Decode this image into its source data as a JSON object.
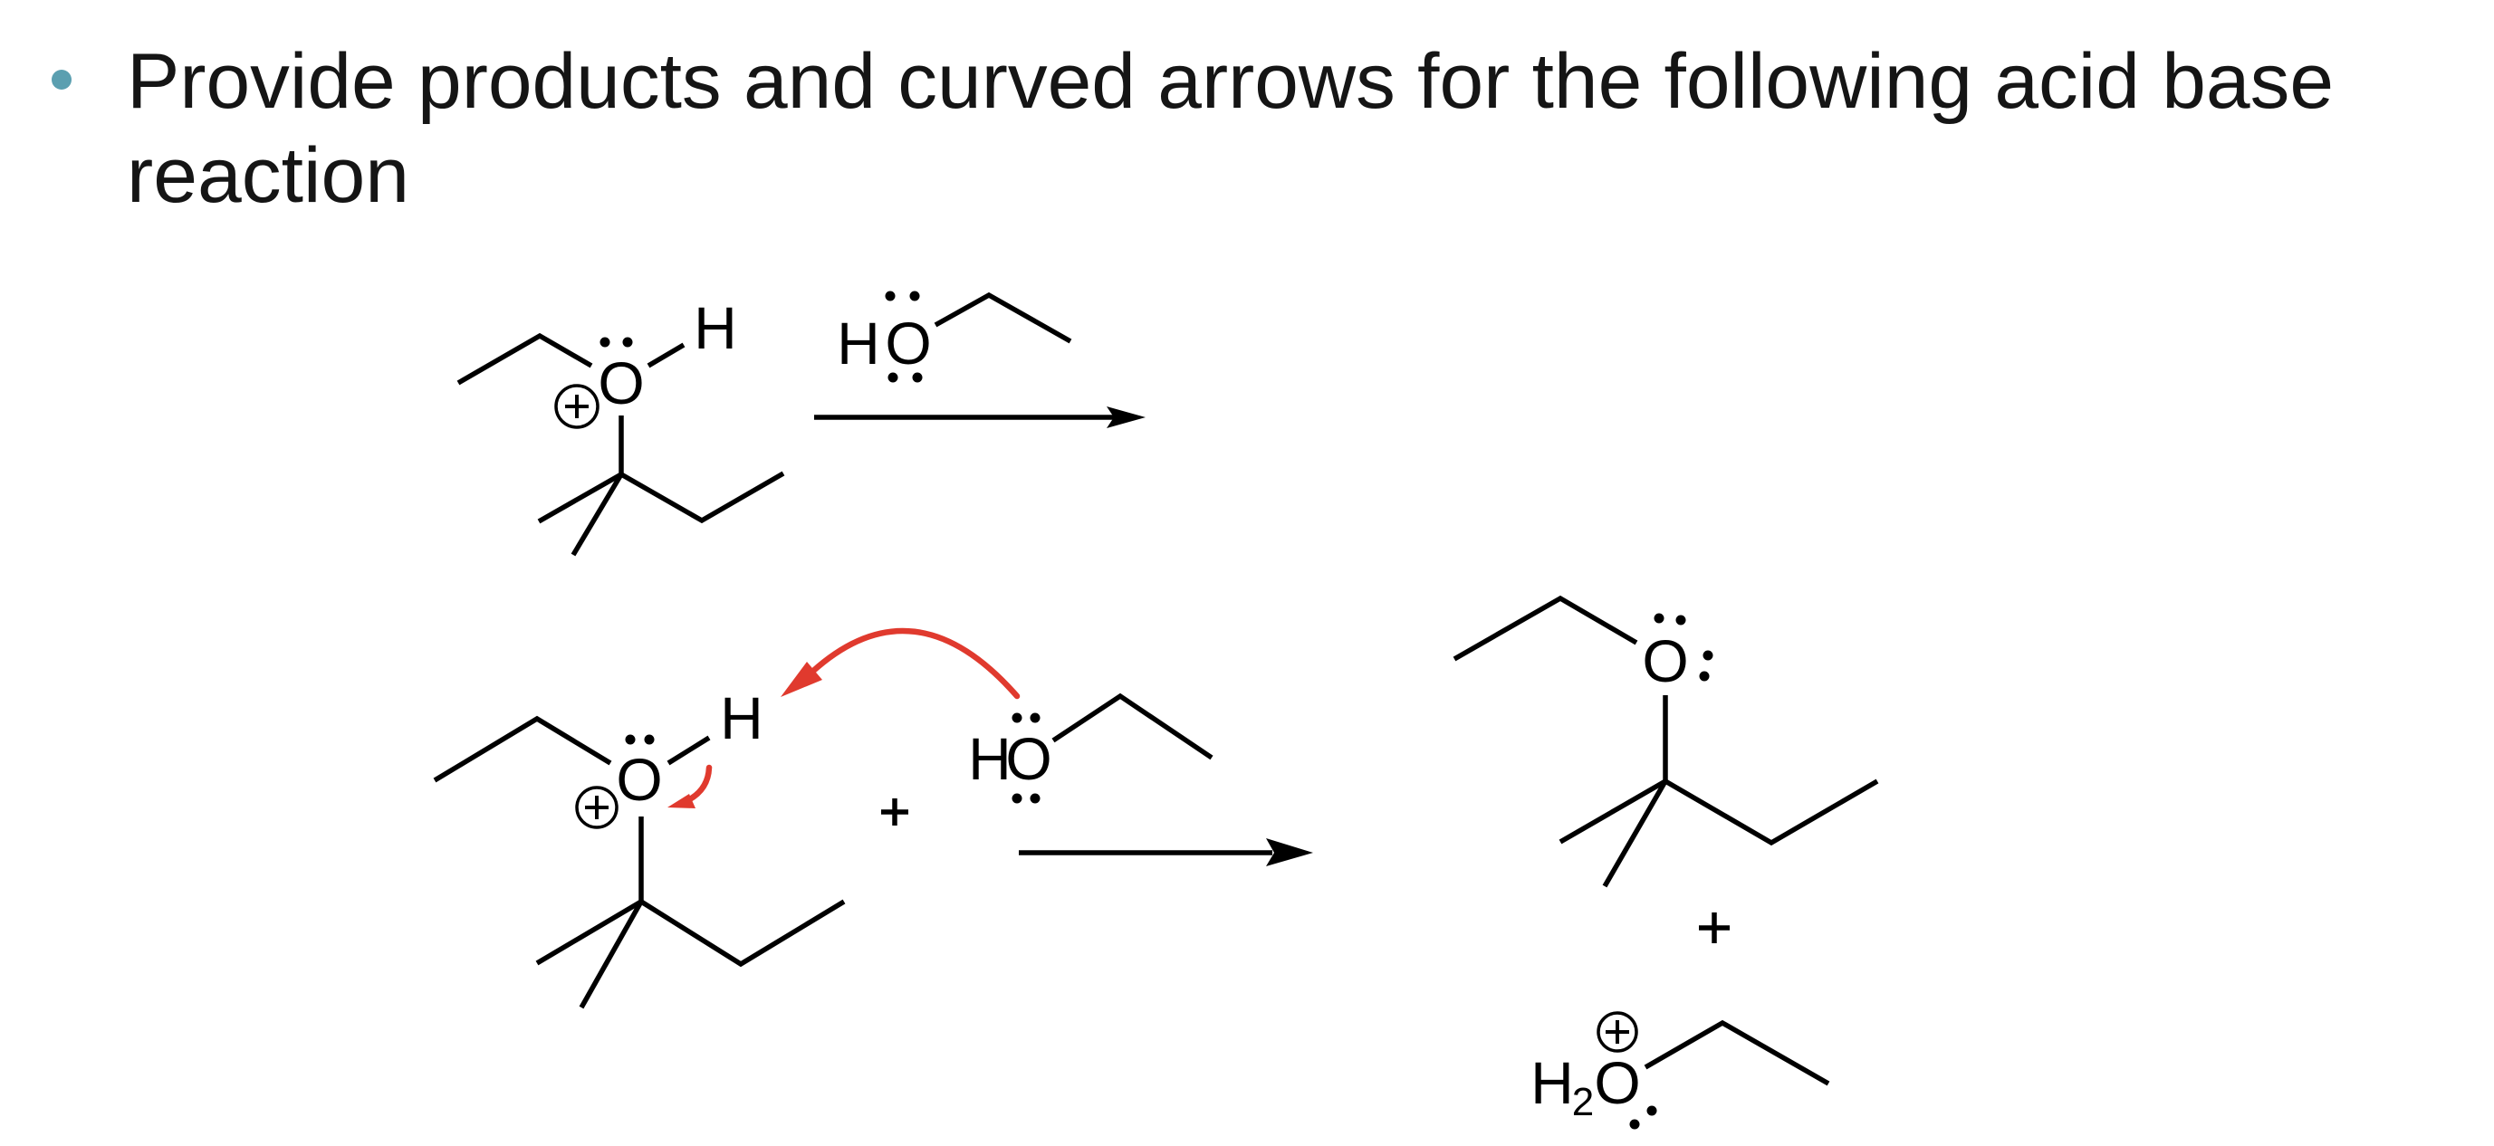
{
  "slide": {
    "bullet_color": "#5b9fb0",
    "title_line1": "Provide products and curved arrows for the following acid base",
    "title_line2": "reaction"
  },
  "question_reaction": {
    "reactant_1": {
      "name": "ethyl tert-amyl oxonium ion",
      "atoms": {
        "oxygen": "O",
        "hydrogen": "H"
      },
      "charge": "+"
    },
    "reactant_2": {
      "name": "ethanol",
      "atoms": {
        "hydrogen": "H",
        "oxygen": "O"
      }
    },
    "arrow": "reaction-arrow"
  },
  "answer_reaction": {
    "reactant_1": {
      "atoms": {
        "oxygen": "O",
        "hydrogen": "H"
      },
      "charge": "+"
    },
    "plus_sign": "+",
    "reactant_2": {
      "atoms": {
        "hydrogen": "H",
        "oxygen": "O"
      }
    },
    "curved_arrow_color": "#e03a2e",
    "curved_arrows": [
      {
        "from": "ethanol O lone pair",
        "to": "H"
      },
      {
        "from": "O-H bond",
        "to": "O"
      }
    ],
    "product_1": {
      "name": "ethyl tert-amyl ether",
      "atoms": {
        "oxygen": "O"
      }
    },
    "product_plus_sign": "+",
    "product_2": {
      "name": "protonated ethanol",
      "atoms": {
        "hydrogen": "H",
        "subscript": "2",
        "oxygen": "O"
      },
      "charge": "+"
    }
  }
}
